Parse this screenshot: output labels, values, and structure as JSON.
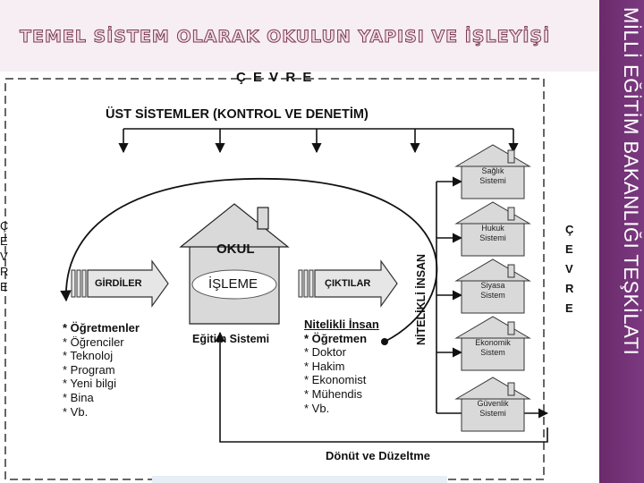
{
  "slide": {
    "title": "TEMEL SİSTEM OLARAK OKULUN YAPISI VE İŞLEYİŞİ",
    "side_title": "MİLLİ EĞİTİM BAKANLIĞI TEŞKİLATI"
  },
  "diagram": {
    "environment_top": "Ç E V R E",
    "environment_left": [
      "Ç",
      "E",
      "V",
      "R",
      "E"
    ],
    "environment_right": [
      "Ç",
      "E",
      "V",
      "R",
      "E"
    ],
    "upper_systems": "ÜST SİSTEMLER (KONTROL VE DENETİM)",
    "school": "OKUL",
    "processing": "İŞLEME",
    "school_caption": "Eğitim Sistemi",
    "inputs_label": "GİRDİLER",
    "outputs_label": "ÇIKTILAR",
    "qualified_human_vertical": "NİTELİKLİ İNSAN",
    "inputs_list_first": "* Öğretmenler",
    "inputs_list": [
      "* Öğrenciler",
      "* Teknoloj",
      "* Program",
      "* Yeni bilgi",
      "* Bina",
      "* Vb."
    ],
    "outputs_heading": "Nitelikli İnsan",
    "outputs_list_first": "* Öğretmen",
    "outputs_list": [
      "* Doktor",
      "* Hakim",
      "* Ekonomist",
      "* Mühendis",
      "* Vb."
    ],
    "feedback": "Dönüt ve Düzeltme",
    "subsystems": [
      {
        "name": "Sağlık",
        "line2": "Sistemi"
      },
      {
        "name": "Hukuk",
        "line2": "Sistemi"
      },
      {
        "name": "Siyasa",
        "line2": "Sistem"
      },
      {
        "name": "Ekonomik",
        "line2": "Sistem"
      },
      {
        "name": "Güvenlik",
        "line2": "Sistemi"
      }
    ]
  },
  "colors": {
    "title_fill": "#f3dde6",
    "title_stroke": "#7a3a55",
    "side_bar": "#6b2a6b",
    "house_fill": "#d9d9d9",
    "arrow_fill": "#e6e6e6"
  }
}
